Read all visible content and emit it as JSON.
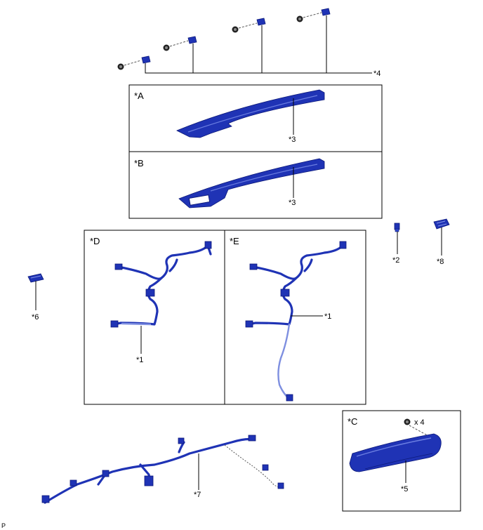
{
  "labels": {
    "part_4": "*4",
    "box_a": "*A",
    "box_a_part": "*3",
    "box_b": "*B",
    "box_b_part": "*3",
    "box_d": "*D",
    "box_d_part": "*1",
    "box_e": "*E",
    "box_e_part": "*1",
    "part_2": "*2",
    "part_8": "*8",
    "part_6": "*6",
    "part_7": "*7",
    "box_c": "*C",
    "box_c_qty": "x 4",
    "box_c_part": "*5",
    "corner_mark": "P"
  },
  "colors": {
    "part_blue": "#1f33b5",
    "outline": "#0d1a7a",
    "line": "#000000"
  }
}
